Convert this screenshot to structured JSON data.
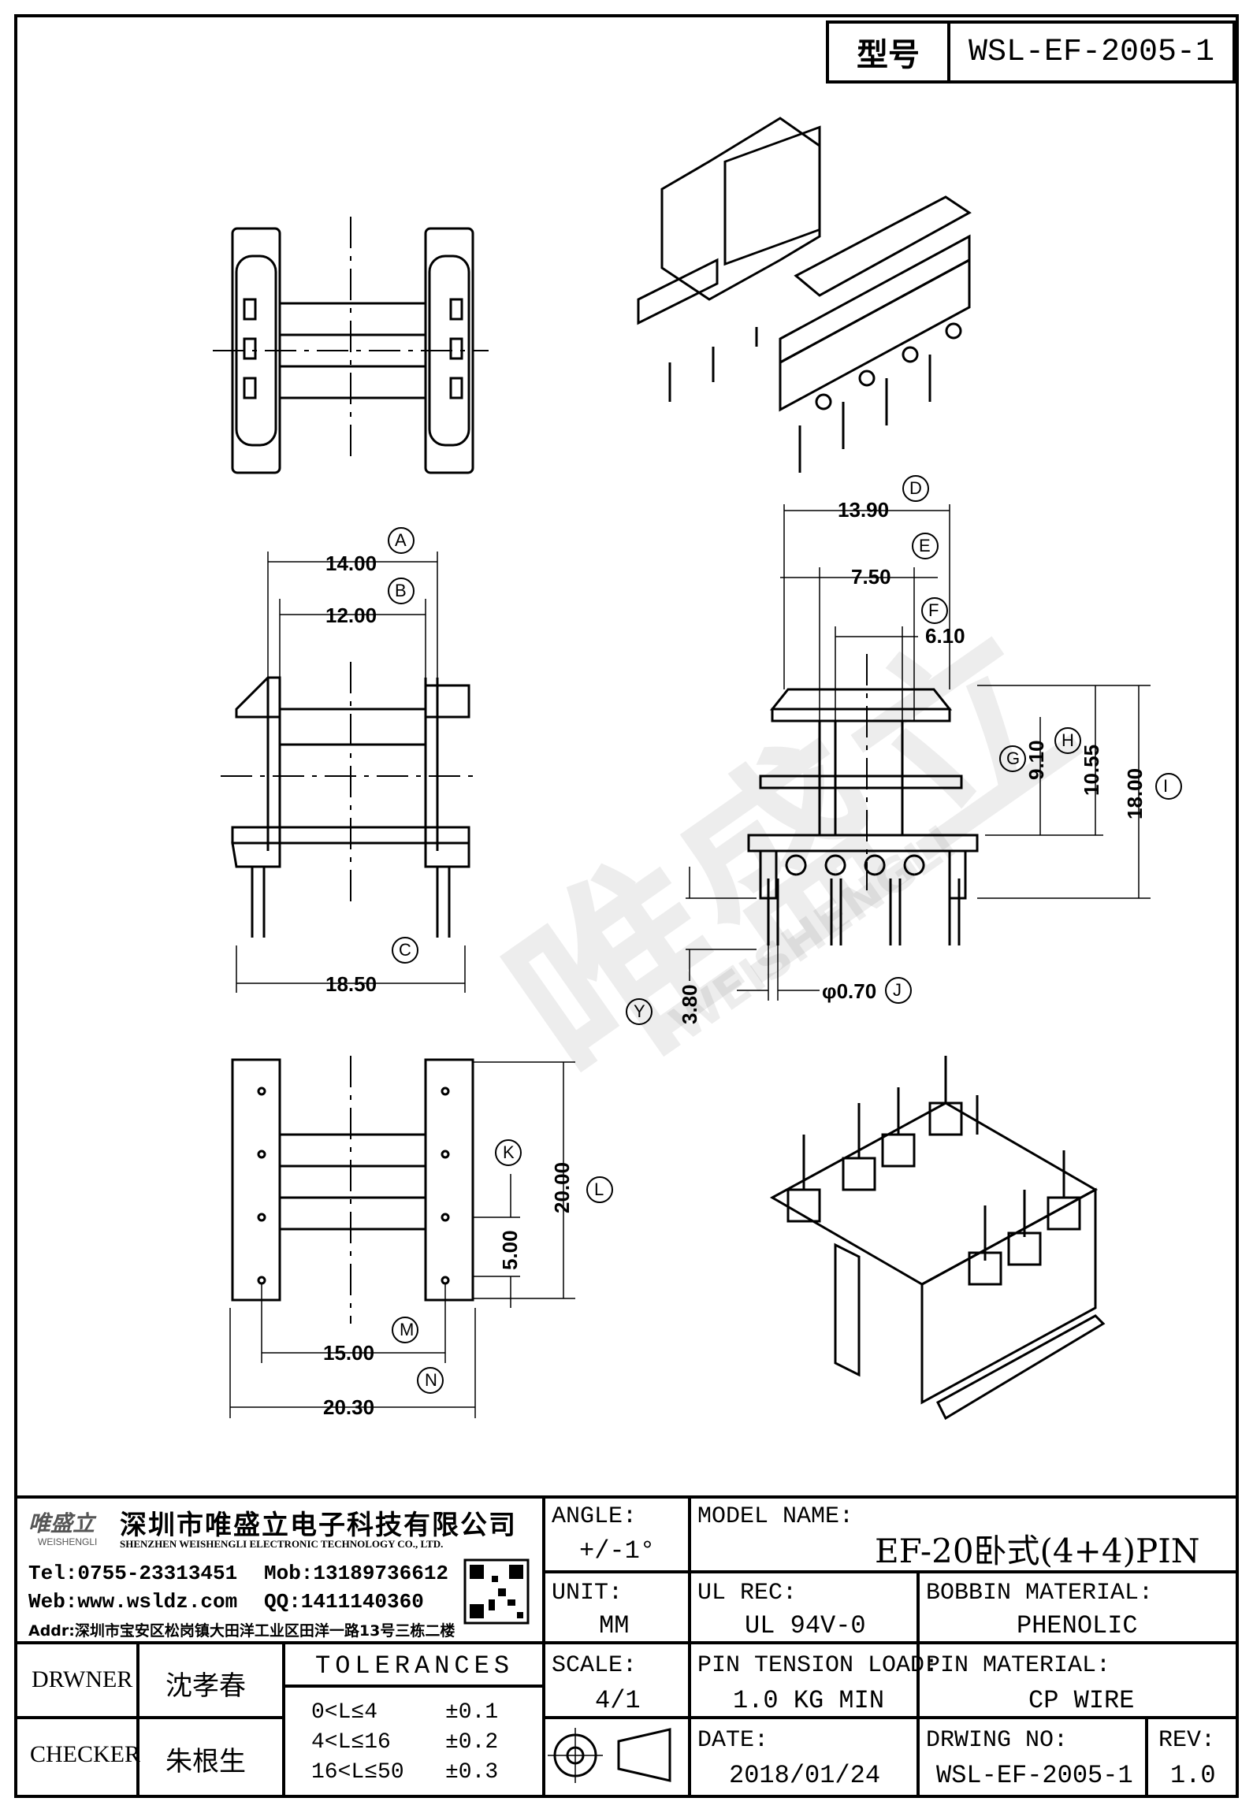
{
  "header": {
    "model_label": "型号",
    "model_value": "WSL-EF-2005-1"
  },
  "watermark": {
    "cn": "唯盛立",
    "en": "WEISHENGLI"
  },
  "dimensions": {
    "A": {
      "id": "A",
      "value": "14.00"
    },
    "B": {
      "id": "B",
      "value": "12.00"
    },
    "C": {
      "id": "C",
      "value": "18.50"
    },
    "D": {
      "id": "D",
      "value": "13.90"
    },
    "E": {
      "id": "E",
      "value": "7.50"
    },
    "F": {
      "id": "F",
      "value": "6.10"
    },
    "G": {
      "id": "G",
      "value": "9.10"
    },
    "H": {
      "id": "H",
      "value": "10.55"
    },
    "I": {
      "id": "I",
      "value": "18.00"
    },
    "J": {
      "id": "J",
      "value": "φ0.70"
    },
    "Y": {
      "id": "Y",
      "value": "3.80"
    },
    "K": {
      "id": "K",
      "value": "5.00"
    },
    "L": {
      "id": "L",
      "value": "20.00"
    },
    "M": {
      "id": "M",
      "value": "15.00"
    },
    "N": {
      "id": "N",
      "value": "20.30"
    }
  },
  "company": {
    "logo_text": "唯盛立",
    "logo_sub": "WEISHENGLI",
    "name_cn": "深圳市唯盛立电子科技有限公司",
    "name_en": "SHENZHEN WEISHENGLI ELECTRONIC TECHNOLOGY CO., LTD.",
    "tel": "Tel:0755-23313451",
    "mob": "Mob:13189736612",
    "web": "Web:www.wsldz.com",
    "qq": "QQ:1411140360",
    "addr": "Addr:深圳市宝安区松岗镇大田洋工业区田洋一路13号三栋二楼"
  },
  "titleblock": {
    "drawer_label": "DRWNER",
    "drawer_name": "沈孝春",
    "checker_label": "CHECKER",
    "checker_name": "朱根生",
    "tolerances_label": "TOLERANCES",
    "tolerances": [
      {
        "range": "0<L≤4",
        "value": "±0.1"
      },
      {
        "range": "4<L≤16",
        "value": "±0.2"
      },
      {
        "range": "16<L≤50",
        "value": "±0.3"
      }
    ],
    "angle_label": "ANGLE:",
    "angle_value": "+/-1°",
    "unit_label": "UNIT:",
    "unit_value": "MM",
    "scale_label": "SCALE:",
    "scale_value": "4/1",
    "model_name_label": "MODEL NAME:",
    "model_name_value": "EF-20卧式(4+4)PIN",
    "ul_label": "UL REC:",
    "ul_value": "UL 94V-0",
    "bobbin_label": "BOBBIN MATERIAL:",
    "bobbin_value": "PHENOLIC",
    "pin_tension_label": "PIN TENSION LOAD:",
    "pin_tension_value": "1.0 KG MIN",
    "pin_material_label": "PIN MATERIAL:",
    "pin_material_value": "CP WIRE",
    "date_label": "DATE:",
    "date_value": "2018/01/24",
    "drawing_no_label": "DRWING NO:",
    "drawing_no_value": "WSL-EF-2005-1",
    "rev_label": "REV:",
    "rev_value": "1.0"
  }
}
